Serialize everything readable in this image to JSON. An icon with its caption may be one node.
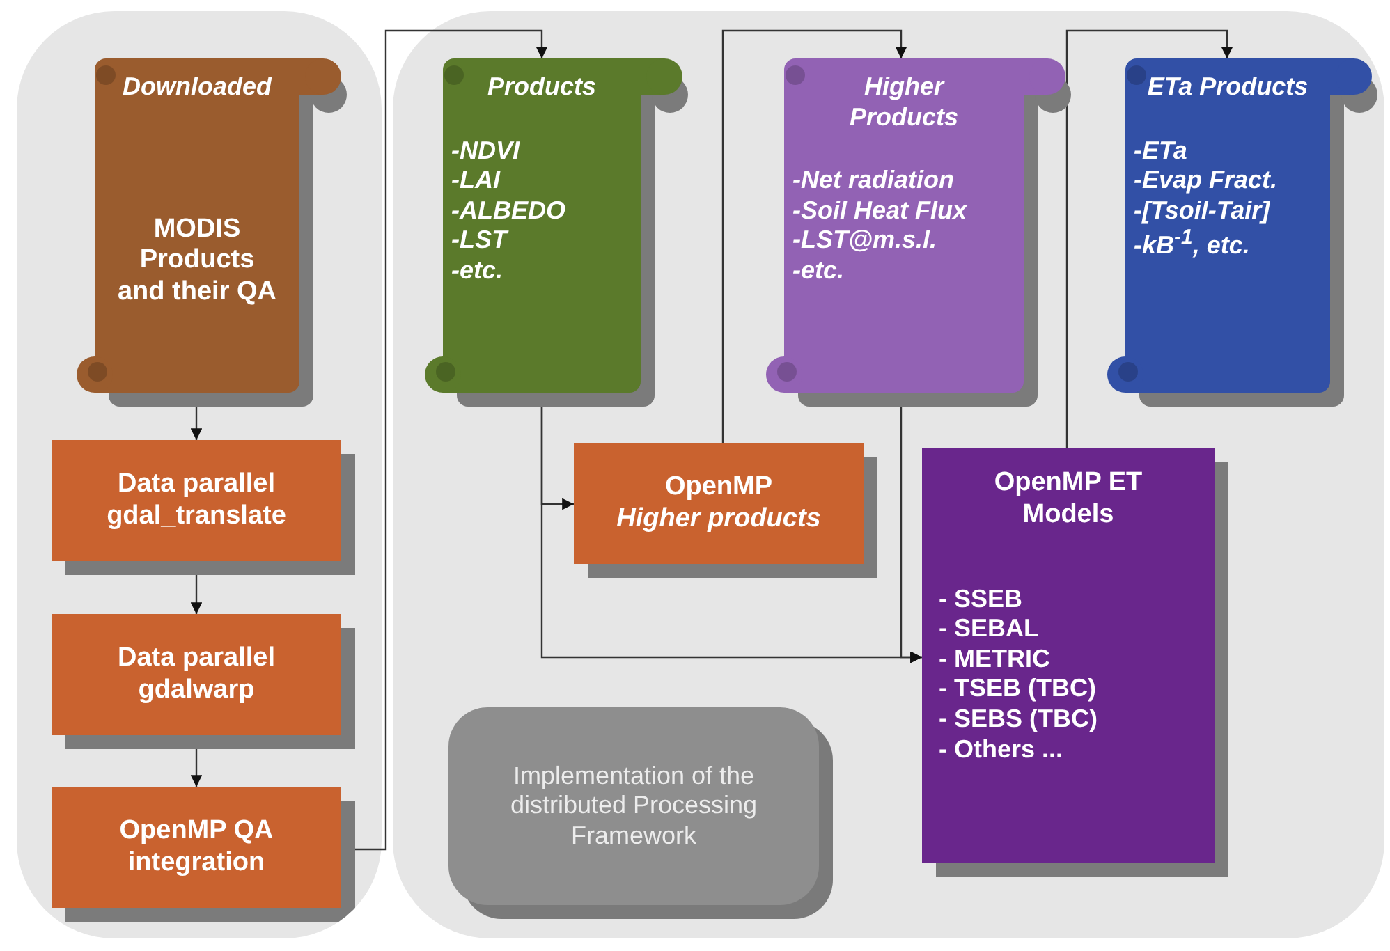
{
  "diagram": {
    "nodes": [
      {
        "text": [],
        "shape": "box"
      },
      {
        "text": [
          "Downloaded",
          "MODIS Products and their QA"
        ],
        "in": 0
      },
      {
        "text": [
          "Data parallel gdal_translate"
        ],
        "in": 0
      },
      {
        "text": [
          "Data parallel gdalwarp"
        ],
        "in": 0
      },
      {
        "text": [
          "OpenMP QA integration"
        ],
        "in": 0
      },
      {
        "text": [],
        "shape": "box"
      },
      {
        "text": [
          "Products",
          "-NDVI",
          "-LAI",
          "-ALBEDO",
          "-LST",
          "-etc."
        ],
        "in": 5
      },
      {
        "text": [
          "Higher Products",
          "-Net radiation",
          "-Soil Heat Flux",
          "-LST@m.s.l.",
          "-etc."
        ],
        "in": 5
      },
      {
        "text": [
          "ETa Products",
          "-ETa",
          "-Evap Fract.",
          "-[Tsoil-Tair]",
          "-kB$^{-1}$, etc."
        ],
        "in": 5
      },
      {
        "text": [
          "OpenMP",
          "Higher products"
        ],
        "in": 5
      },
      {
        "text": [
          "OpenMP ET Models",
          "- SSEB",
          "- SEBAL",
          "- METRIC",
          "- TSEB (TBC)",
          "- SEBS (TBC)",
          "- Others ..."
        ],
        "in": 5
      },
      {
        "text": [
          "Implementation of the distributed Processing Framework"
        ],
        "in": 5
      }
    ],
    "edges": [
      {
        "from": 1,
        "to": 2,
        "arrow": "to"
      },
      {
        "from": 2,
        "to": 3,
        "arrow": "to"
      },
      {
        "from": 3,
        "to": 4,
        "arrow": "to"
      },
      {
        "from": 4,
        "to": 6,
        "arrow": "to"
      },
      {
        "from": 6,
        "to": 9,
        "arrow": "to"
      },
      {
        "from": 6,
        "to": 10,
        "arrow": "to"
      },
      {
        "from": 7,
        "to": 10,
        "arrow": "to"
      },
      {
        "from": 9,
        "to": 7,
        "arrow": "to"
      },
      {
        "from": 10,
        "to": 8,
        "arrow": "to"
      }
    ]
  }
}
